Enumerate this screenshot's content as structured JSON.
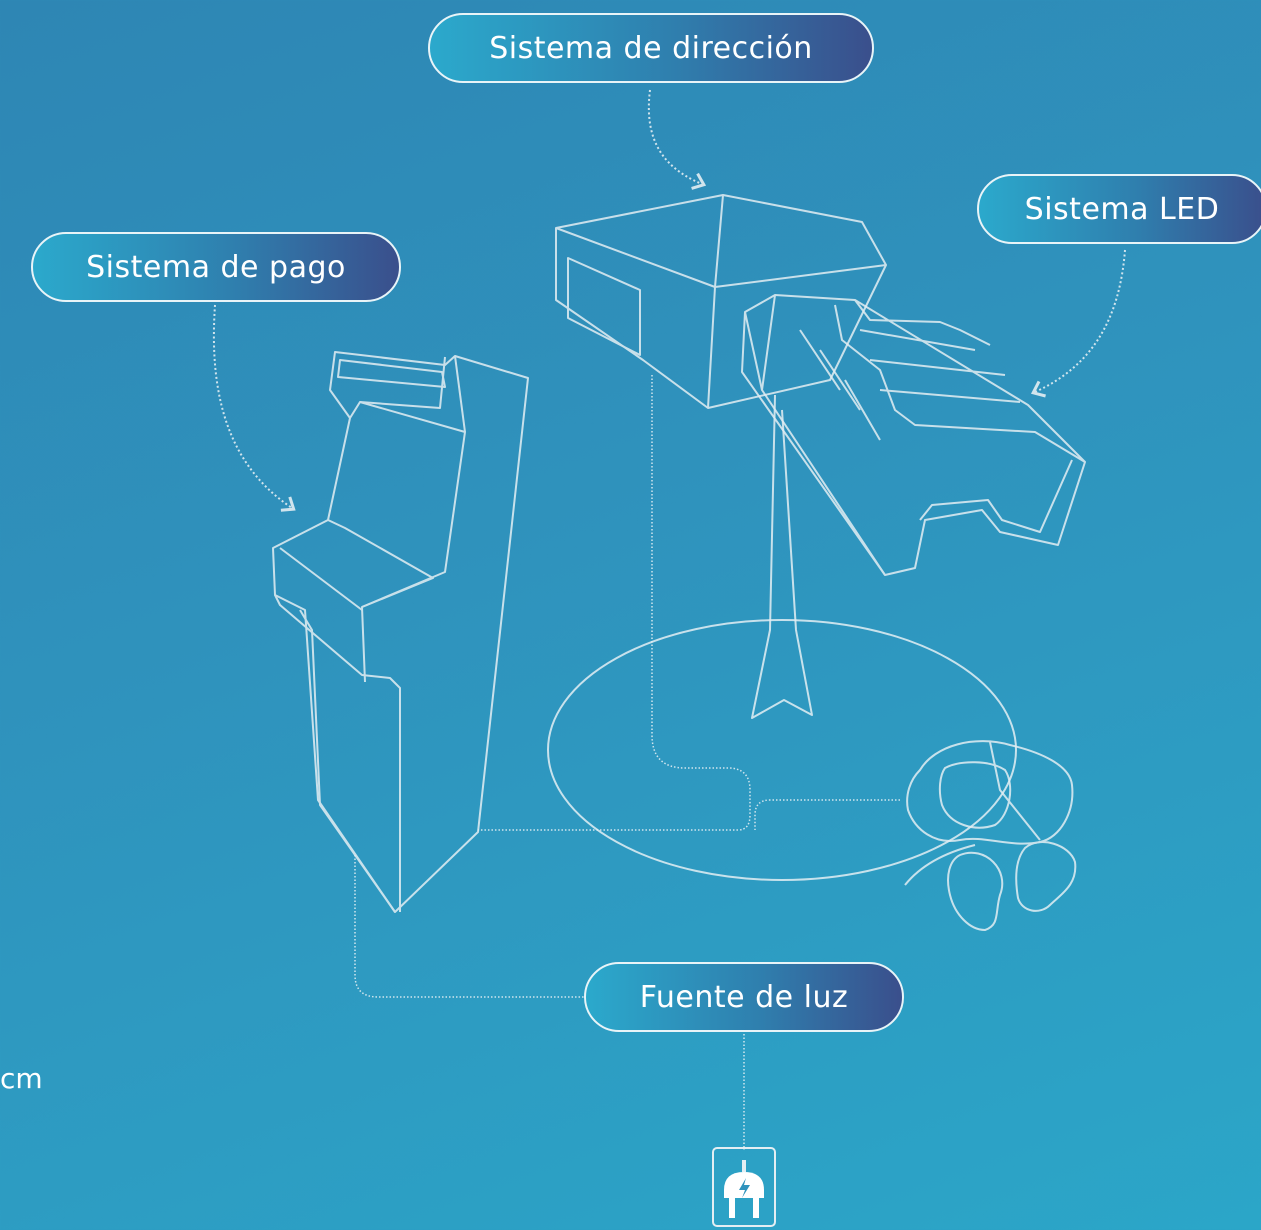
{
  "labels": {
    "steering": "Sistema de dirección",
    "led": "Sistema LED",
    "payment": "Sistema de pago",
    "power": "Fuente de luz"
  },
  "side_text": "cm",
  "icons": {
    "plug": "power-plug-icon"
  },
  "colors": {
    "background_start": "#2e86b4",
    "background_end": "#2ba6c8",
    "label_gradient_start": "#2ba9cc",
    "label_gradient_end": "#3a4f8c",
    "line": "#e3eef3"
  }
}
